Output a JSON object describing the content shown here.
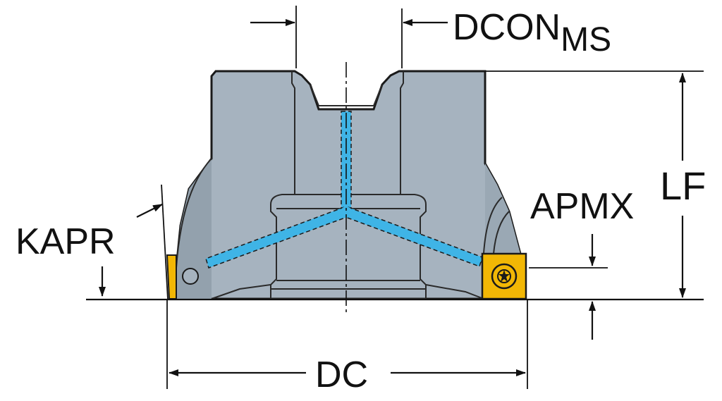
{
  "labels": {
    "dcon_main": "DCON",
    "dcon_sub": "MS",
    "lf": "LF",
    "apmx": "APMX",
    "kapr": "KAPR",
    "dc": "DC"
  },
  "colors": {
    "body_fill": "#a6b3bf",
    "body_shade": "#93a1ad",
    "coolant": "#3fb4e6",
    "insert": "#f2b705",
    "outline": "#1a1a1a"
  }
}
